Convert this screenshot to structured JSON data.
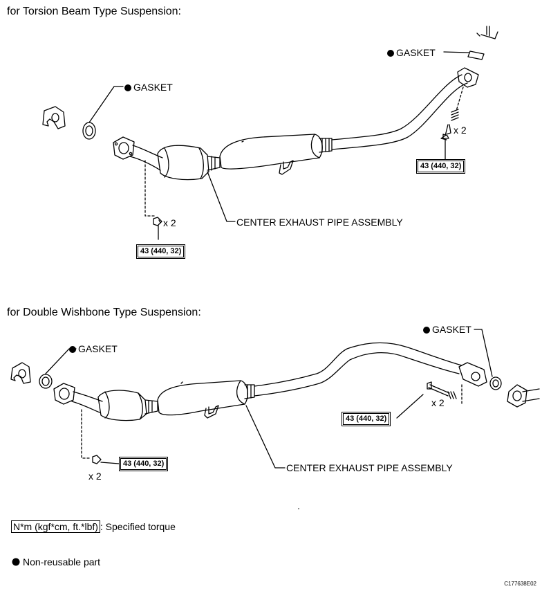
{
  "section1": {
    "title": "for Torsion Beam Type Suspension:",
    "gasket_left": "GASKET",
    "gasket_right": "GASKET",
    "qty_right": "x 2",
    "qty_left": "x 2",
    "torque_right": "43 (440, 32)",
    "torque_left": "43 (440, 32)",
    "assembly": "CENTER EXHAUST PIPE ASSEMBLY"
  },
  "section2": {
    "title": "for Double Wishbone Type Suspension:",
    "gasket_left": "GASKET",
    "gasket_right": "GASKET",
    "qty_right": "x 2",
    "qty_left": "x 2",
    "torque_right": "43 (440, 32)",
    "torque_left": "43 (440, 32)",
    "assembly": "CENTER EXHAUST PIPE ASSEMBLY"
  },
  "legend": {
    "torque_unit": "N*m (kgf*cm, ft.*lbf)",
    "torque_desc": ": Specified torque",
    "nonreusable": "Non-reusable part"
  },
  "figure_code": "C177638E02"
}
